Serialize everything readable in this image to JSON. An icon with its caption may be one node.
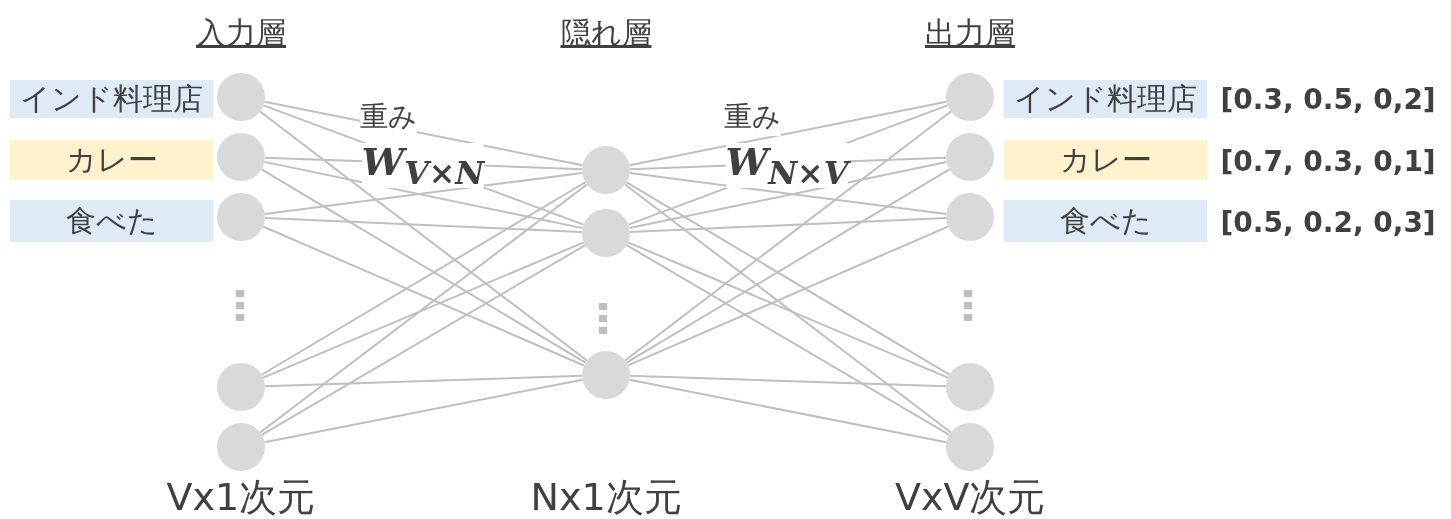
{
  "diagram": {
    "nodes": [
      {
        "text": [
          "インド料理店"
        ]
      },
      {
        "text": [
          "カレー"
        ]
      },
      {
        "text": [
          "食べた"
        ]
      },
      {
        "text": [],
        "shape": "circle"
      },
      {
        "text": [],
        "shape": "circle"
      },
      {
        "text": [],
        "shape": "circle"
      },
      {
        "text": [],
        "shape": "circle"
      },
      {
        "text": [],
        "shape": "circle"
      },
      {
        "text": [],
        "shape": "circle"
      },
      {
        "text": [],
        "shape": "circle"
      },
      {
        "text": [],
        "shape": "circle"
      },
      {
        "text": [],
        "shape": "circle"
      },
      {
        "text": [],
        "shape": "circle"
      },
      {
        "text": [],
        "shape": "circle"
      },
      {
        "text": [],
        "shape": "circle"
      },
      {
        "text": [],
        "shape": "circle"
      },
      {
        "text": [
          "インド料理店"
        ]
      },
      {
        "text": [
          "カレー"
        ]
      },
      {
        "text": [
          "食べた"
        ]
      }
    ],
    "edges": [
      {
        "from": 3,
        "to": 8,
        "arrow": "none"
      },
      {
        "from": 3,
        "to": 9,
        "arrow": "none"
      },
      {
        "from": 3,
        "to": 10,
        "arrow": "none"
      },
      {
        "from": 4,
        "to": 8,
        "arrow": "none"
      },
      {
        "from": 4,
        "to": 9,
        "arrow": "none"
      },
      {
        "from": 4,
        "to": 10,
        "arrow": "none"
      },
      {
        "from": 5,
        "to": 8,
        "arrow": "none"
      },
      {
        "from": 5,
        "to": 9,
        "arrow": "none"
      },
      {
        "from": 5,
        "to": 10,
        "arrow": "none"
      },
      {
        "from": 6,
        "to": 8,
        "arrow": "none"
      },
      {
        "from": 6,
        "to": 9,
        "arrow": "none"
      },
      {
        "from": 6,
        "to": 10,
        "arrow": "none"
      },
      {
        "from": 7,
        "to": 8,
        "arrow": "none"
      },
      {
        "from": 7,
        "to": 9,
        "arrow": "none"
      },
      {
        "from": 7,
        "to": 10,
        "arrow": "none"
      },
      {
        "from": 8,
        "to": 11,
        "arrow": "none"
      },
      {
        "from": 8,
        "to": 12,
        "arrow": "none"
      },
      {
        "from": 8,
        "to": 13,
        "arrow": "none"
      },
      {
        "from": 8,
        "to": 14,
        "arrow": "none"
      },
      {
        "from": 8,
        "to": 15,
        "arrow": "none"
      },
      {
        "from": 9,
        "to": 11,
        "arrow": "none"
      },
      {
        "from": 9,
        "to": 12,
        "arrow": "none"
      },
      {
        "from": 9,
        "to": 13,
        "arrow": "none"
      },
      {
        "from": 9,
        "to": 14,
        "arrow": "none"
      },
      {
        "from": 9,
        "to": 15,
        "arrow": "none"
      },
      {
        "from": 10,
        "to": 11,
        "arrow": "none"
      },
      {
        "from": 10,
        "to": 12,
        "arrow": "none"
      },
      {
        "from": 10,
        "to": 13,
        "arrow": "none"
      },
      {
        "from": 10,
        "to": 14,
        "arrow": "none"
      },
      {
        "from": 10,
        "to": 15,
        "arrow": "none"
      }
    ],
    "labels": [
      "入力層",
      "隠れ層",
      "出力層",
      "重み",
      "W$_{V×N}$",
      "重み",
      "W$_{N×V}$",
      "[0.3, 0.5, 0,2]",
      "[0.7, 0.3, 0,1]",
      "[0.5, 0.2, 0,3]",
      "Vx1次元",
      "Nx1次元",
      "VxV次元"
    ]
  }
}
